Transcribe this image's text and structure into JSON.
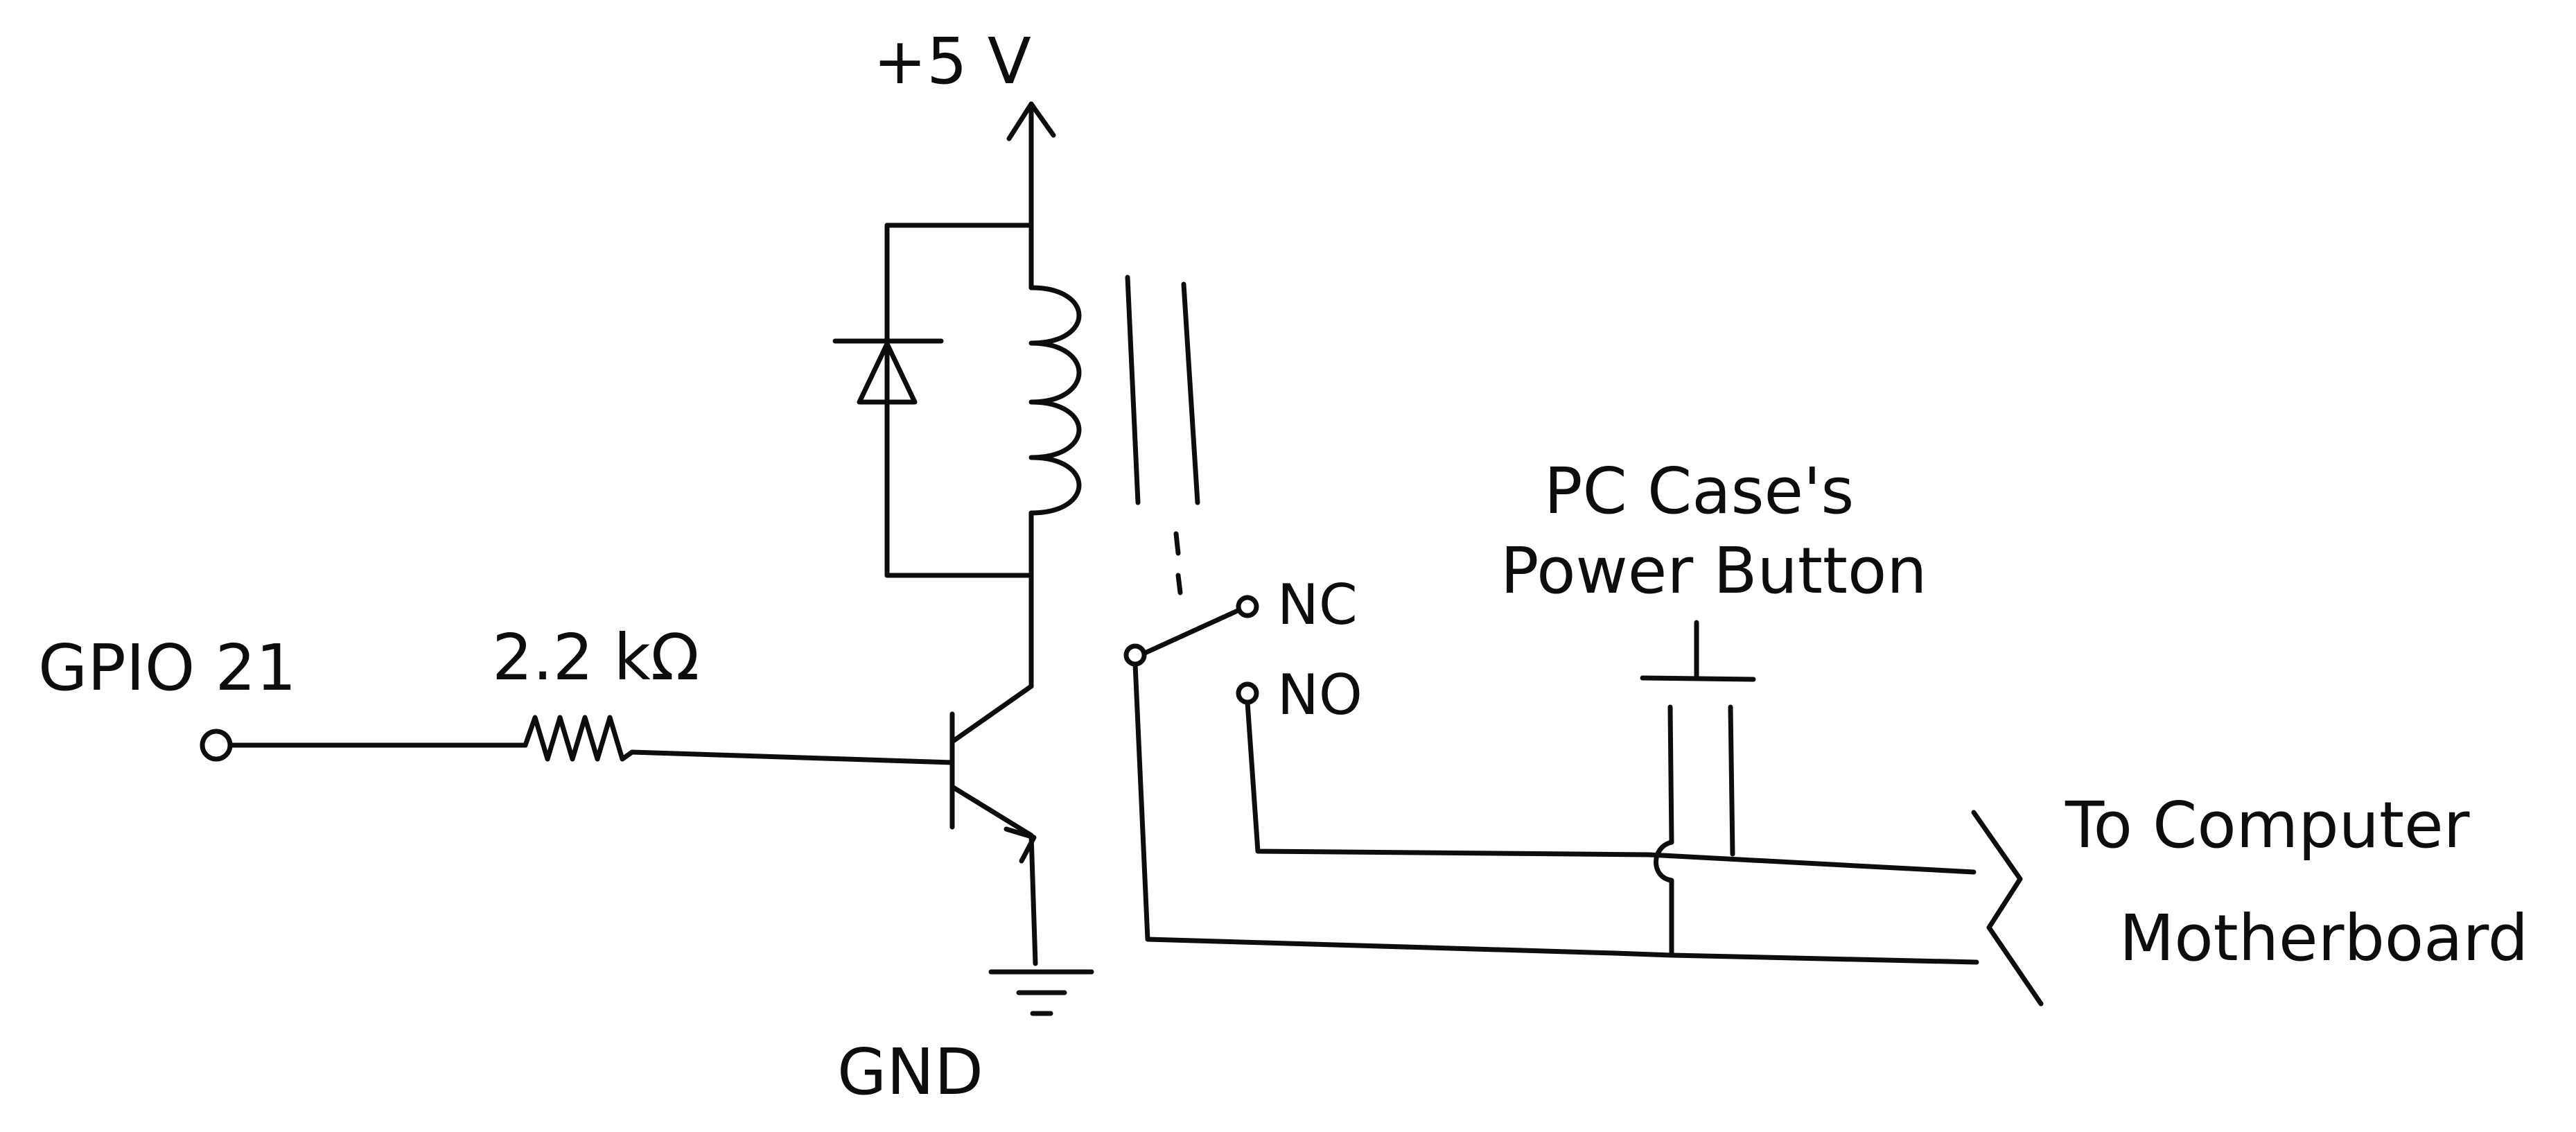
{
  "labels": {
    "supply": "+5 V",
    "gpio": "GPIO 21",
    "resistor": "2.2 kΩ",
    "ground": "GND",
    "nc": "NC",
    "no": "NO",
    "button_line1": "PC Case's",
    "button_line2": "Power Button",
    "dest_line1": "To  Computer",
    "dest_line2": "Motherboard"
  },
  "colors": {
    "ink": "#0d0d0d",
    "paper": "#ffffff"
  }
}
